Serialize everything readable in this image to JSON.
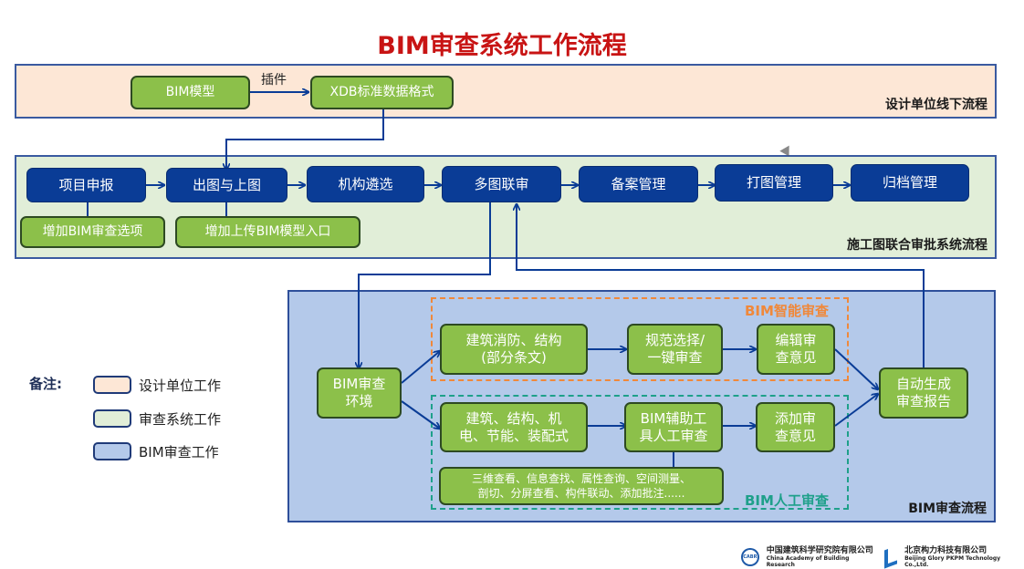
{
  "title": "BIM审查系统工作流程",
  "lanes": {
    "design": {
      "label": "设计单位线下流程",
      "color": "#fde7d6"
    },
    "system": {
      "label": "施工图联合审批系统流程",
      "color": "#e1eed8"
    },
    "bim": {
      "label": "BIM审查流程",
      "color": "#b4c9ea"
    }
  },
  "design_nodes": {
    "bim_model": "BIM模型",
    "plugin_label": "插件",
    "xdb": "XDB标准数据格式"
  },
  "system_nodes": [
    "项目申报",
    "出图与上图",
    "机构遴选",
    "多图联审",
    "备案管理",
    "打图管理",
    "归档管理"
  ],
  "system_subnodes": {
    "add_option": "增加BIM审查选项",
    "add_upload": "增加上传BIM模型入口"
  },
  "bim_nodes": {
    "env": "BIM审查\n环境",
    "smart_scope": "建筑消防、结构\n(部分条文)",
    "smart_select": "规范选择/\n一键审查",
    "smart_edit": "编辑审\n查意见",
    "manual_scope": "建筑、结构、机\n电、节能、装配式",
    "manual_tool": "BIM辅助工\n具人工审查",
    "manual_add": "添加审\n查意见",
    "manual_features": "三维查看、信息查找、属性查询、空间测量、\n剖切、分屏查看、构件联动、添加批注......",
    "report": "自动生成\n审查报告"
  },
  "groups": {
    "smart": {
      "label": "BIM智能审查",
      "color": "#f0883a"
    },
    "manual": {
      "label": "BIM人工审查",
      "color": "#1ea08a"
    }
  },
  "legend": {
    "title": "备注:",
    "items": [
      {
        "label": "设计单位工作",
        "color": "#fde7d6"
      },
      {
        "label": "审查系统工作",
        "color": "#e1eed8"
      },
      {
        "label": "BIM审查工作",
        "color": "#b4c9ea"
      }
    ]
  },
  "logos": {
    "cabr_cn": "中国建筑科学研究院有限公司",
    "cabr_en": "China Academy of Building Research",
    "cabr_mark": "CABR",
    "pkpm_cn": "北京构力科技有限公司",
    "pkpm_en": "Beijing Glory PKPM Technology Co.,Ltd."
  }
}
